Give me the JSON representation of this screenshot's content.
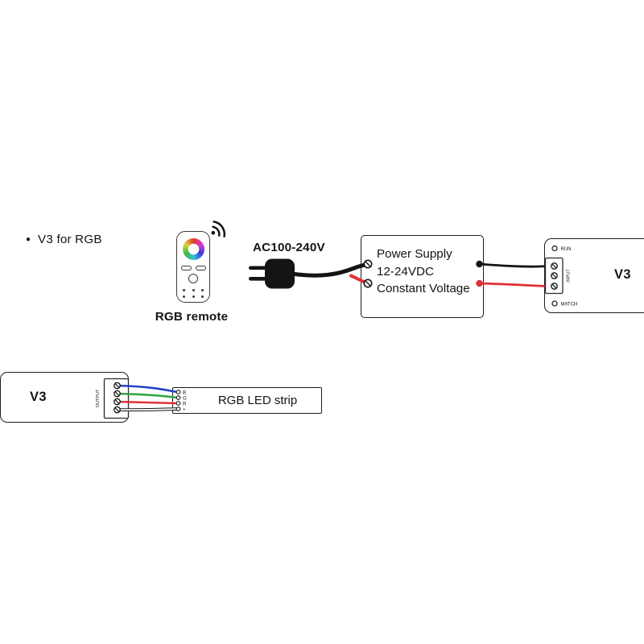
{
  "bullet": {
    "marker": "●",
    "label": "V3 for RGB"
  },
  "remote": {
    "label": "RGB remote"
  },
  "ac_label": "AC100-240V",
  "psu": {
    "line1": "Power Supply",
    "line2": "12-24VDC",
    "line3": "Constant Voltage"
  },
  "controller_right": {
    "label": "V3",
    "run": "RUN",
    "match": "MATCH",
    "input": "INPUT"
  },
  "controller_bottom": {
    "label": "V3",
    "output": "OUTPUT"
  },
  "strip": {
    "label": "RGB LED strip",
    "terminals": [
      "B",
      "G",
      "R",
      "+"
    ]
  },
  "colors": {
    "wire_black": "#141414",
    "wire_red": "#e03236",
    "wire_green": "#2fa23c",
    "wire_blue": "#2244c8",
    "wire_white": "#ffffff"
  }
}
